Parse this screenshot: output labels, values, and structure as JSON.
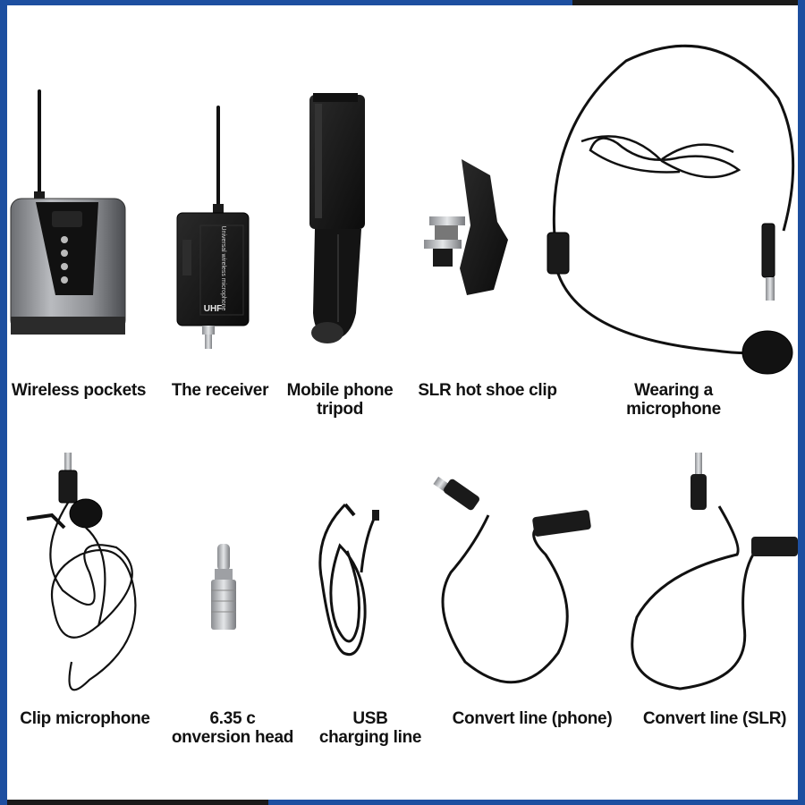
{
  "products": [
    {
      "id": "wireless-pockets",
      "label_lines": [
        "Wireless pockets"
      ]
    },
    {
      "id": "receiver",
      "label_lines": [
        "The receiver"
      ]
    },
    {
      "id": "phone-tripod",
      "label_lines": [
        "Mobile phone",
        "tripod"
      ]
    },
    {
      "id": "hot-shoe-clip",
      "label_lines": [
        "SLR hot shoe clip"
      ]
    },
    {
      "id": "headset-mic",
      "label_lines": [
        "Wearing a",
        "microphone"
      ]
    },
    {
      "id": "clip-mic",
      "label_lines": [
        "Clip microphone"
      ]
    },
    {
      "id": "adapter",
      "label_lines": [
        "6.35 c",
        "onversion head"
      ]
    },
    {
      "id": "usb-line",
      "label_lines": [
        "USB",
        "charging line"
      ]
    },
    {
      "id": "convert-phone",
      "label_lines": [
        "Convert line (phone)"
      ]
    },
    {
      "id": "convert-slr",
      "label_lines": [
        "Convert line (SLR)"
      ]
    }
  ],
  "device_text": {
    "receiver_badge": "UHF",
    "receiver_side_text": "Universal wireless microphone"
  },
  "colors": {
    "frame_blue": "#1d4fa0",
    "frame_dark": "#1a1a1a",
    "body_black": "#161616",
    "body_silver": "#9a9ca0"
  }
}
